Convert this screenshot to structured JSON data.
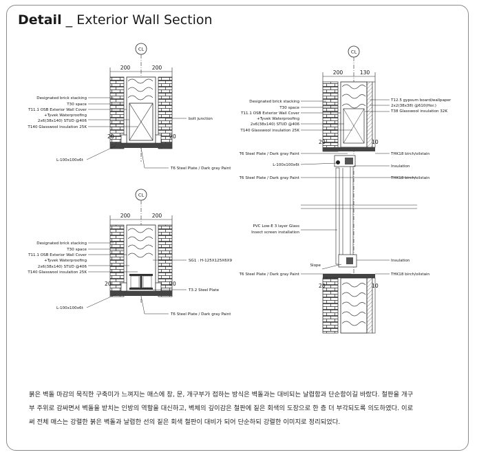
{
  "title": {
    "strong": "Detail",
    "separator": "_",
    "light": "Exterior Wall Section"
  },
  "centerline": "CL",
  "dims": {
    "d200": "200",
    "d130": "130",
    "d20": "20",
    "d10": "10"
  },
  "labels": {
    "designated_brick": "Designated brick stacking",
    "t30": "T30 space",
    "osb": "T11.1 OSB Exterior Wall Cover",
    "tyvek": "+Tyvek Waterproofing",
    "stud": "2x6(38x140) STUD @406",
    "glasswool": "T140 Glasswool insulation 25K",
    "bolt": "bolt junction",
    "angle": "L-100x100x6t",
    "t6plate": "T6 Steel Plate / Dark gray Paint",
    "sg1": "SG1 : H-125X125X6X9",
    "t32": "T3.2 Steel Plate",
    "gypsum": "T12.5 gypsum board/wallpaper",
    "stud2": "2x2(38x38) @610(Hor.)",
    "glasswool38": "T38 Glasswool insulation 32K",
    "thk18": "THK18 birch/oilstain",
    "insulation": "Insulation",
    "pvc": "PVC Low-E 3 layer Glass",
    "screen": "Insect screen installation",
    "slope": "Slope"
  },
  "description": [
    "붉은 벽돌 마감의 묵직한 구축미가 느껴지는 매스에 창, 문, 개구부가 접하는 방식은 벽돌과는 대비되는 날렵함과 단순함이길 바랐다. 철판을 개구",
    "부 주위로 감싸면서 벽돌을 받치는 인방의 역할을 대신하고, 벽체의 깊이감은 철판에 짙은 회색의 도장으로 한 층 더 부각되도록 의도하였다. 이로",
    "써 전체 매스는 강렬한 붉은 벽돌과 날렵한 선의 짙은 회색 철판이 대비가 되어 단순하되 강렬한 이미지로 정리되었다."
  ],
  "colors": {
    "line": "#1a1a1a",
    "frame": "#8a8a8a",
    "text": "#222222"
  }
}
